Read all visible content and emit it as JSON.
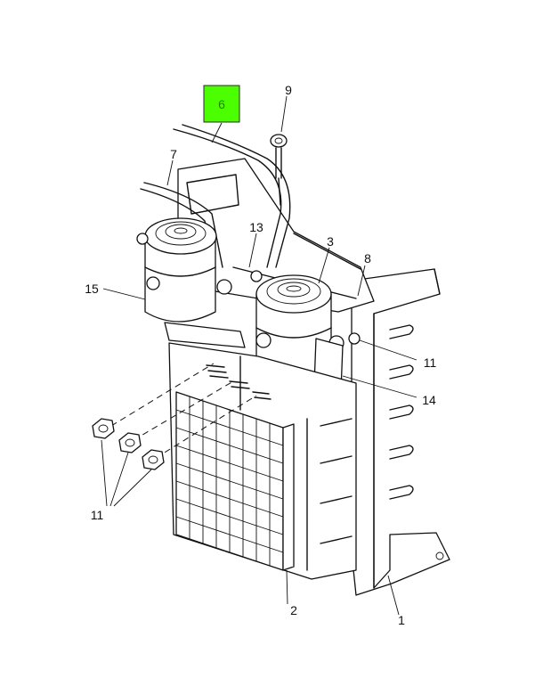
{
  "diagram": {
    "highlight_color": "#4CFF00",
    "callouts": [
      {
        "id": "c1",
        "label": "1"
      },
      {
        "id": "c2",
        "label": "2"
      },
      {
        "id": "c3",
        "label": "3"
      },
      {
        "id": "c6",
        "label": "6"
      },
      {
        "id": "c7",
        "label": "7"
      },
      {
        "id": "c8",
        "label": "8"
      },
      {
        "id": "c9",
        "label": "9"
      },
      {
        "id": "c11a",
        "label": "11"
      },
      {
        "id": "c11b",
        "label": "11"
      },
      {
        "id": "c13",
        "label": "13"
      },
      {
        "id": "c14",
        "label": "14"
      },
      {
        "id": "c15",
        "label": "15"
      }
    ]
  }
}
